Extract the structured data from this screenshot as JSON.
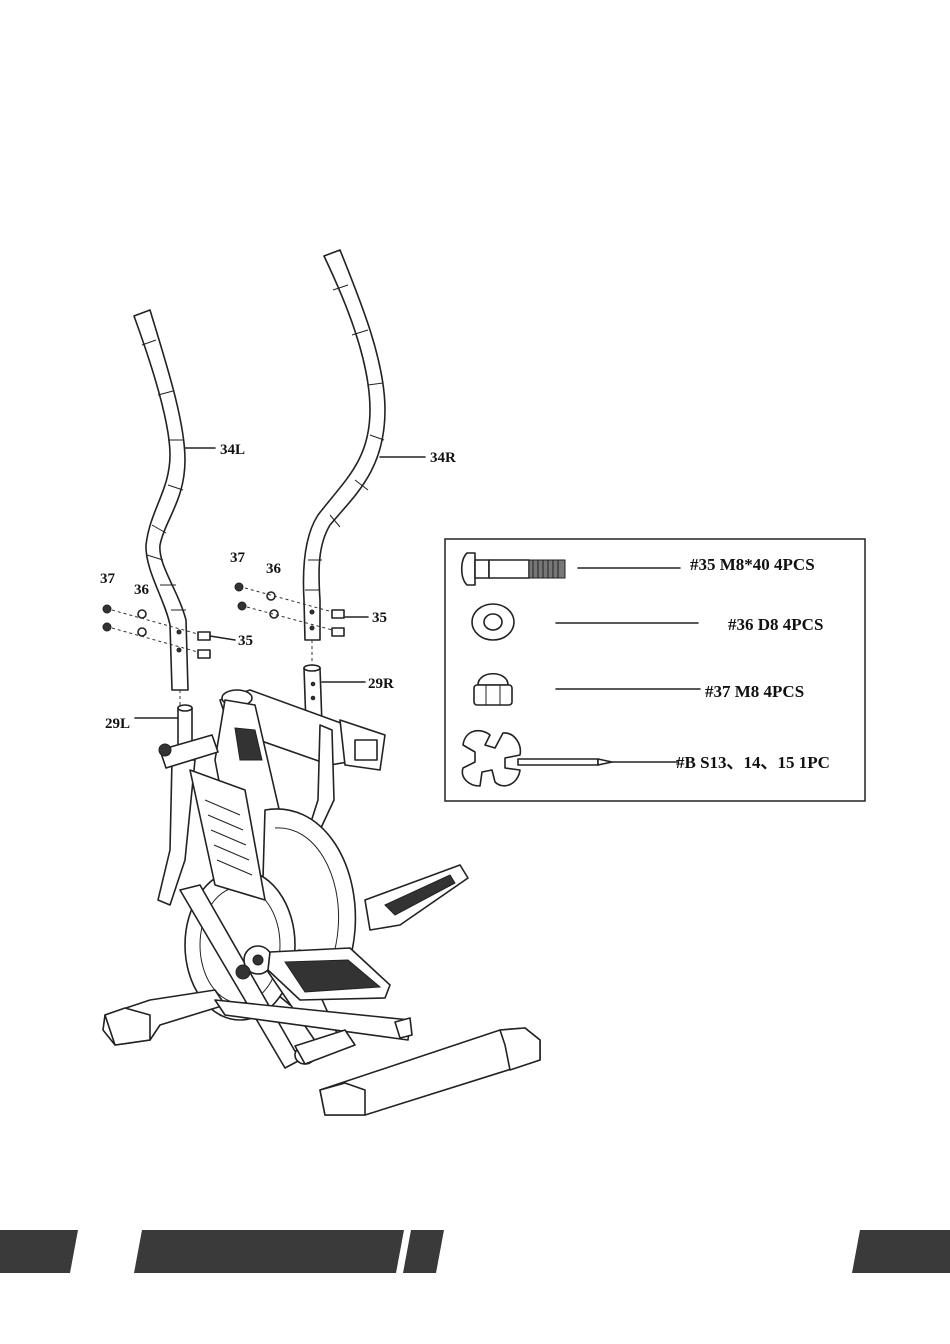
{
  "parts": {
    "handlebar_left": "34L",
    "handlebar_right": "34R",
    "post_left": "29L",
    "post_right": "29R",
    "nut_left": "37",
    "nut_right": "37",
    "washer_left": "36",
    "washer_right": "36",
    "bolt_left": "35",
    "bolt_right": "35"
  },
  "hardware": [
    {
      "icon": "carriage-bolt-icon",
      "label": "#35 M8*40  4PCS"
    },
    {
      "icon": "washer-icon",
      "label": "#36 D8 4PCS"
    },
    {
      "icon": "cap-nut-icon",
      "label": "#37  M8   4PCS"
    },
    {
      "icon": "wrench-tool-icon",
      "label": "#B S13、14、15 1PC"
    }
  ],
  "colors": {
    "footer_bar": "#3a3a3a",
    "line": "#222222"
  }
}
